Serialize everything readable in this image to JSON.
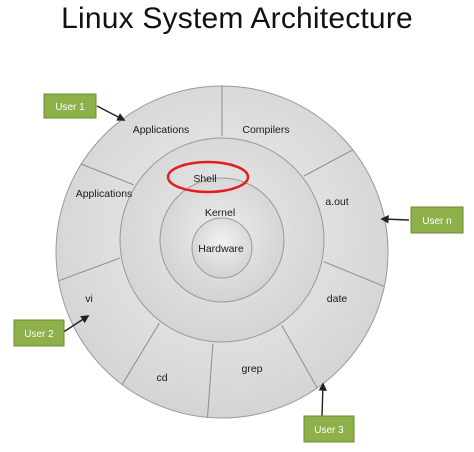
{
  "title": "Linux System Architecture",
  "layers": {
    "hardware": "Hardware",
    "kernel": "Kernel",
    "shell": "Shell"
  },
  "outer_segments": [
    "Applications",
    "Compilers",
    "a.out",
    "date",
    "grep",
    "cd",
    "vi",
    "Applications"
  ],
  "users": [
    {
      "label": "User 1"
    },
    {
      "label": "User n"
    },
    {
      "label": "User 3"
    },
    {
      "label": "User 2"
    }
  ],
  "colors": {
    "user_box": "#8db04a",
    "user_box_border": "#6b8a32",
    "highlight": "#e02020"
  }
}
